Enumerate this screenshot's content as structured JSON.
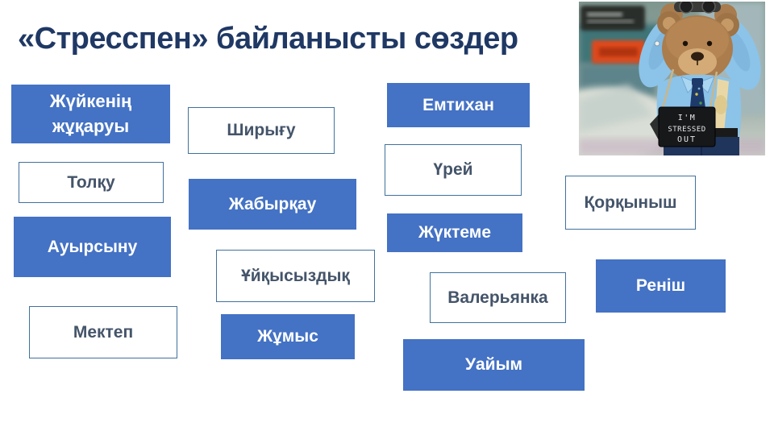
{
  "slide": {
    "title": "«Стресспен» байланысты сөздер",
    "colors": {
      "filled_box_background": "#4472C4",
      "filled_box_text": "#FFFFFF",
      "outlined_box_border": "#41719C",
      "outlined_box_text": "#44546A",
      "title_text": "#1F3864",
      "slide_background": "#FFFFFF"
    },
    "boxes": [
      {
        "label": "Жүйкенің жұқаруы",
        "style": "filled"
      },
      {
        "label": "Ширығу",
        "style": "outlined"
      },
      {
        "label": "Емтихан",
        "style": "filled"
      },
      {
        "label": "Толқу",
        "style": "outlined"
      },
      {
        "label": "Үрей",
        "style": "outlined"
      },
      {
        "label": "Қорқыныш",
        "style": "outlined"
      },
      {
        "label": "Жабырқау",
        "style": "filled"
      },
      {
        "label": "Ауырсыну",
        "style": "filled"
      },
      {
        "label": "Жүктеме",
        "style": "filled"
      },
      {
        "label": "Ұйқысыздық",
        "style": "outlined"
      },
      {
        "label": "Валерьянка",
        "style": "outlined"
      },
      {
        "label": "Реніш",
        "style": "filled"
      },
      {
        "label": "Мектеп",
        "style": "outlined"
      },
      {
        "label": "Жұмыс",
        "style": "filled"
      },
      {
        "label": "Уайым",
        "style": "filled"
      }
    ],
    "photo": {
      "description": "stressed teddy bear with chalkboard sign",
      "sign_lines": [
        "I'M",
        "STRESSED",
        "OUT"
      ]
    }
  }
}
